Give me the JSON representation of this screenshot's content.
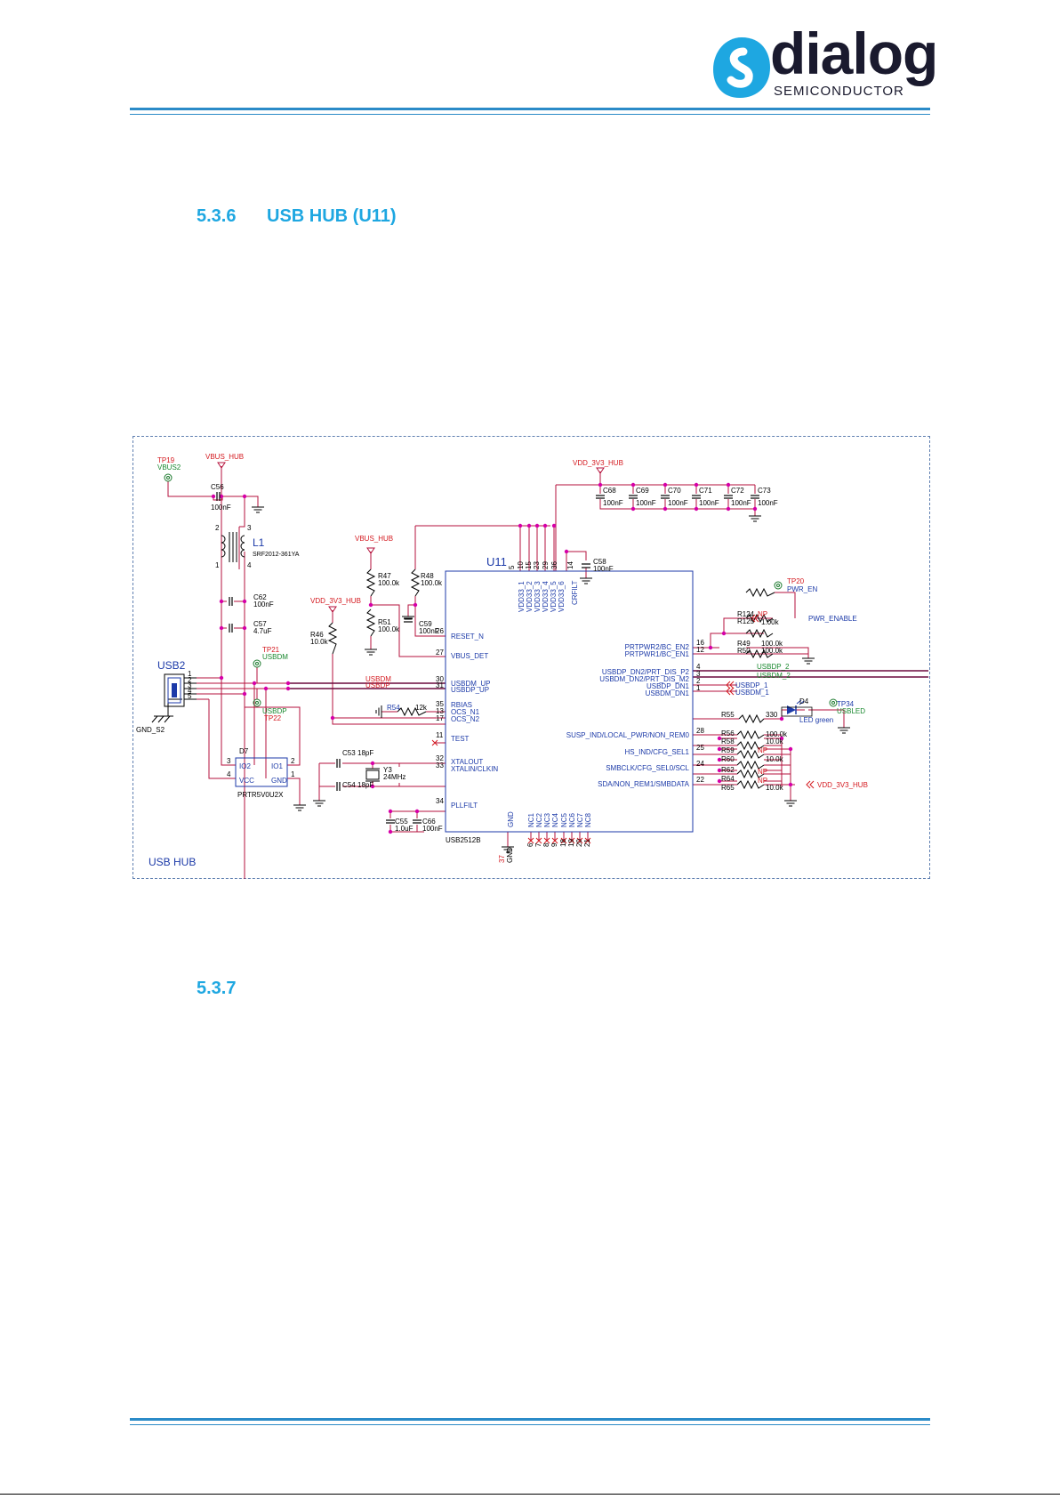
{
  "header": {
    "logo_word": "dialog",
    "logo_sub": "SEMICONDUCTOR",
    "colors": {
      "rule": "#2b8bc8",
      "logo_mark": "#1ea7e1",
      "logo_text": "#1a1a2e"
    }
  },
  "sections": [
    {
      "number": "5.3.6",
      "title": "USB HUB (U11)"
    },
    {
      "number": "5.3.7",
      "title": ""
    }
  ],
  "schematic": {
    "frame_label": "USB HUB",
    "colors": {
      "wire": "#b5123c",
      "label_red": "#d4191f",
      "label_blue": "#1c3aa8",
      "label_green": "#19882e",
      "frame": "#5f7fb0"
    },
    "power_labels": {
      "vbus_hub_1": "VBUS_HUB",
      "vbus_hub_2": "VBUS_HUB",
      "vdd_hub_1": "VDD_3V3_HUB",
      "vdd_hub_2": "VDD_3V3_HUB",
      "vdd_hub_3": "VDD_3V3_HUB"
    },
    "test_points": {
      "tp19": "TP19",
      "tp19_net": "VBUS2",
      "tp20": "TP20",
      "tp20_net": "PWR_EN",
      "tp21": "TP21",
      "tp21_net": "USBDM",
      "tp22": "TP22",
      "tp22_net": "USBDP",
      "tp34": "TP34",
      "tp34_net": "USBLED"
    },
    "components": {
      "c56": "C56",
      "c56_val": "100nF",
      "l1": "L1",
      "l1_val": "SRF2012-361YA",
      "c62": "C62",
      "c62_val": "100nF",
      "c57": "C57",
      "c57_val": "4.7uF",
      "usb2": "USB2",
      "gnd_s2": "GND_S2",
      "d7": "D7",
      "d7_part": "PRTR5V0U2X",
      "d7_io2": "IO2",
      "d7_io1": "IO1",
      "d7_vcc": "VCC",
      "d7_gnd": "GND",
      "r47": "R47",
      "r47_val": "100.0k",
      "r48": "R48",
      "r48_val": "100.0k",
      "r51": "R51",
      "r51_val": "100.0k",
      "c59": "C59",
      "c59_val": "100nF",
      "r46": "R46",
      "r46_val": "10.0k",
      "r54": "R54",
      "r54_val": "12k",
      "c53": "C53",
      "c53_val": "18pF",
      "c54": "C54",
      "c54_val": "18pF",
      "y3": "Y3",
      "y3_val": "24MHz",
      "c55": "C55",
      "c55_val": "1.0uF",
      "c66": "C66",
      "c66_val": "100nF",
      "u11": "U11",
      "u11_part": "USB2512B",
      "c58": "C58",
      "c58_val": "100nF",
      "c68": "C68",
      "c69": "C69",
      "c70": "C70",
      "c71": "C71",
      "c72": "C72",
      "c73": "C73",
      "cap_val": "100nF",
      "r124": "R124",
      "r124_val": "NP",
      "r125": "R125",
      "r125_val": "1.00k",
      "r49": "R49",
      "r49_val": "100.0k",
      "r50": "R50",
      "r50_val": "100.0k",
      "r55": "R55",
      "r55_val": "330",
      "d4": "D4",
      "d4_val": "LED green",
      "r56": "R56",
      "r56_val": "100.0k",
      "r58": "R58",
      "r58_val": "10.0k",
      "r59": "R59",
      "r59_val": "NP",
      "r60": "R60",
      "r60_val": "10.0k",
      "r62": "R62",
      "r62_val": "NP",
      "r64": "R64",
      "r64_val": "NP",
      "r65": "R65",
      "r65_val": "10.0k"
    },
    "nets": {
      "usbdm": "USBDM",
      "usbdp": "USBDP",
      "pwr_enable": "PWR_ENABLE",
      "usbdp_2": "USBDP_2",
      "usbdm_2": "USBDM_2",
      "usbdp_1": "USBDP_1",
      "usbdm_1": "USBDM_1"
    },
    "u11_pins_left": [
      {
        "num": "26",
        "name": "RESET_N"
      },
      {
        "num": "27",
        "name": "VBUS_DET"
      },
      {
        "num": "30",
        "name": "USBDM_UP"
      },
      {
        "num": "31",
        "name": "USBDP_UP"
      },
      {
        "num": "35",
        "name": "RBIAS"
      },
      {
        "num": "13",
        "name": "OCS_N1"
      },
      {
        "num": "17",
        "name": "OCS_N2"
      },
      {
        "num": "11",
        "name": "TEST"
      },
      {
        "num": "32",
        "name": "XTALOUT"
      },
      {
        "num": "33",
        "name": "XTALIN/CLKIN"
      },
      {
        "num": "34",
        "name": "PLLFILT"
      }
    ],
    "u11_pins_right": [
      {
        "num": "16",
        "name": "PRTPWR2/BC_EN2"
      },
      {
        "num": "12",
        "name": "PRTPWR1/BC_EN1"
      },
      {
        "num": "4",
        "name": "USBDP_DN2/PRT_DIS_P2"
      },
      {
        "num": "3",
        "name": "USBDM_DN2/PRT_DIS_M2"
      },
      {
        "num": "2",
        "name": "USBDP_DN1"
      },
      {
        "num": "1",
        "name": "USBDM_DN1"
      },
      {
        "num": "28",
        "name": "SUSP_IND/LOCAL_PWR/NON_REM0"
      },
      {
        "num": "25",
        "name": "HS_IND/CFG_SEL1"
      },
      {
        "num": "24",
        "name": "SMBCLK/CFG_SEL0/SCL"
      },
      {
        "num": "22",
        "name": "SDA/NON_REM1/SMBDATA"
      }
    ],
    "u11_pins_top": [
      {
        "num": "5",
        "name": "VDD33_1"
      },
      {
        "num": "10",
        "name": "VDD33_2"
      },
      {
        "num": "15",
        "name": "VDD33_3"
      },
      {
        "num": "23",
        "name": "VDD33_4"
      },
      {
        "num": "29",
        "name": "VDD33_5"
      },
      {
        "num": "36",
        "name": "VDD33_6"
      },
      {
        "num": "14",
        "name": "CRFILT"
      }
    ],
    "u11_pins_bottom": [
      {
        "num": "37",
        "name": "GND"
      },
      {
        "num": "6",
        "name": "NC1"
      },
      {
        "num": "7",
        "name": "NC2"
      },
      {
        "num": "8",
        "name": "NC3"
      },
      {
        "num": "9",
        "name": "NC4"
      },
      {
        "num": "18",
        "name": "NC5"
      },
      {
        "num": "19",
        "name": "NC6"
      },
      {
        "num": "20",
        "name": "NC7"
      },
      {
        "num": "21",
        "name": "NC8"
      }
    ],
    "u11_gnd_net": "GND",
    "usb2_pins": [
      "1",
      "2",
      "3",
      "4",
      "5"
    ],
    "d7_pins": [
      "3",
      "4",
      "2",
      "1"
    ],
    "l1_pins": [
      "2",
      "3",
      "1",
      "4"
    ]
  }
}
